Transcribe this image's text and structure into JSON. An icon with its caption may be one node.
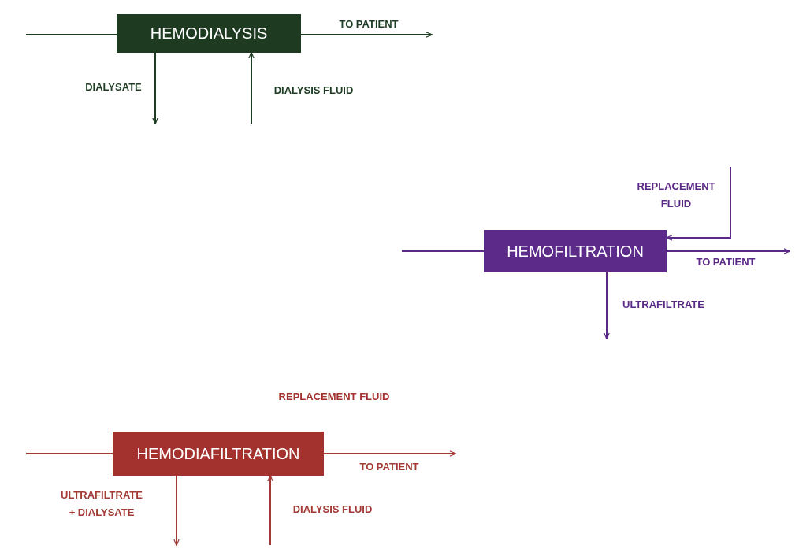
{
  "diagram": {
    "nodes": [
      {
        "text": [
          "HEMODIALYSIS"
        ]
      },
      {
        "text": [
          "HEMOFILTRATION"
        ]
      },
      {
        "text": [
          "HEMODIAFILTRATION"
        ]
      }
    ],
    "edges": [
      {
        "from": null,
        "to": 0,
        "arrow": "none",
        "color": "#1f3d24"
      },
      {
        "from": 0,
        "to": null,
        "arrow": "to",
        "label": "TO PATIENT",
        "color": "#1f3d24"
      },
      {
        "from": 0,
        "to": null,
        "arrow": "to",
        "label": "DIALYSATE",
        "color": "#1f3d24"
      },
      {
        "from": null,
        "to": 0,
        "arrow": "to",
        "label": "DIALYSIS FLUID",
        "color": "#1f3d24"
      },
      {
        "from": null,
        "to": 1,
        "arrow": "none",
        "color": "#5b2a86"
      },
      {
        "from": 1,
        "to": null,
        "arrow": "to",
        "label": "TO PATIENT",
        "color": "#5b2a86"
      },
      {
        "from": null,
        "to": 1,
        "arrow": "to",
        "label": "REPLACEMENT FLUID",
        "color": "#5b2a86"
      },
      {
        "from": 1,
        "to": null,
        "arrow": "to",
        "label": "ULTRAFILTRATE",
        "color": "#5b2a86"
      },
      {
        "from": null,
        "to": 2,
        "arrow": "none",
        "color": "#a33a35"
      },
      {
        "from": 2,
        "to": null,
        "arrow": "to",
        "label": "TO PATIENT",
        "color": "#a33a35"
      },
      {
        "from": 2,
        "to": null,
        "arrow": "to",
        "label": "ULTRAFILTRATE + DIALYSATE",
        "color": "#a33a35"
      },
      {
        "from": null,
        "to": 2,
        "arrow": "to",
        "label": "DIALYSIS FLUID",
        "color": "#a33a35"
      }
    ],
    "labels": [
      "REPLACEMENT FLUID"
    ]
  }
}
